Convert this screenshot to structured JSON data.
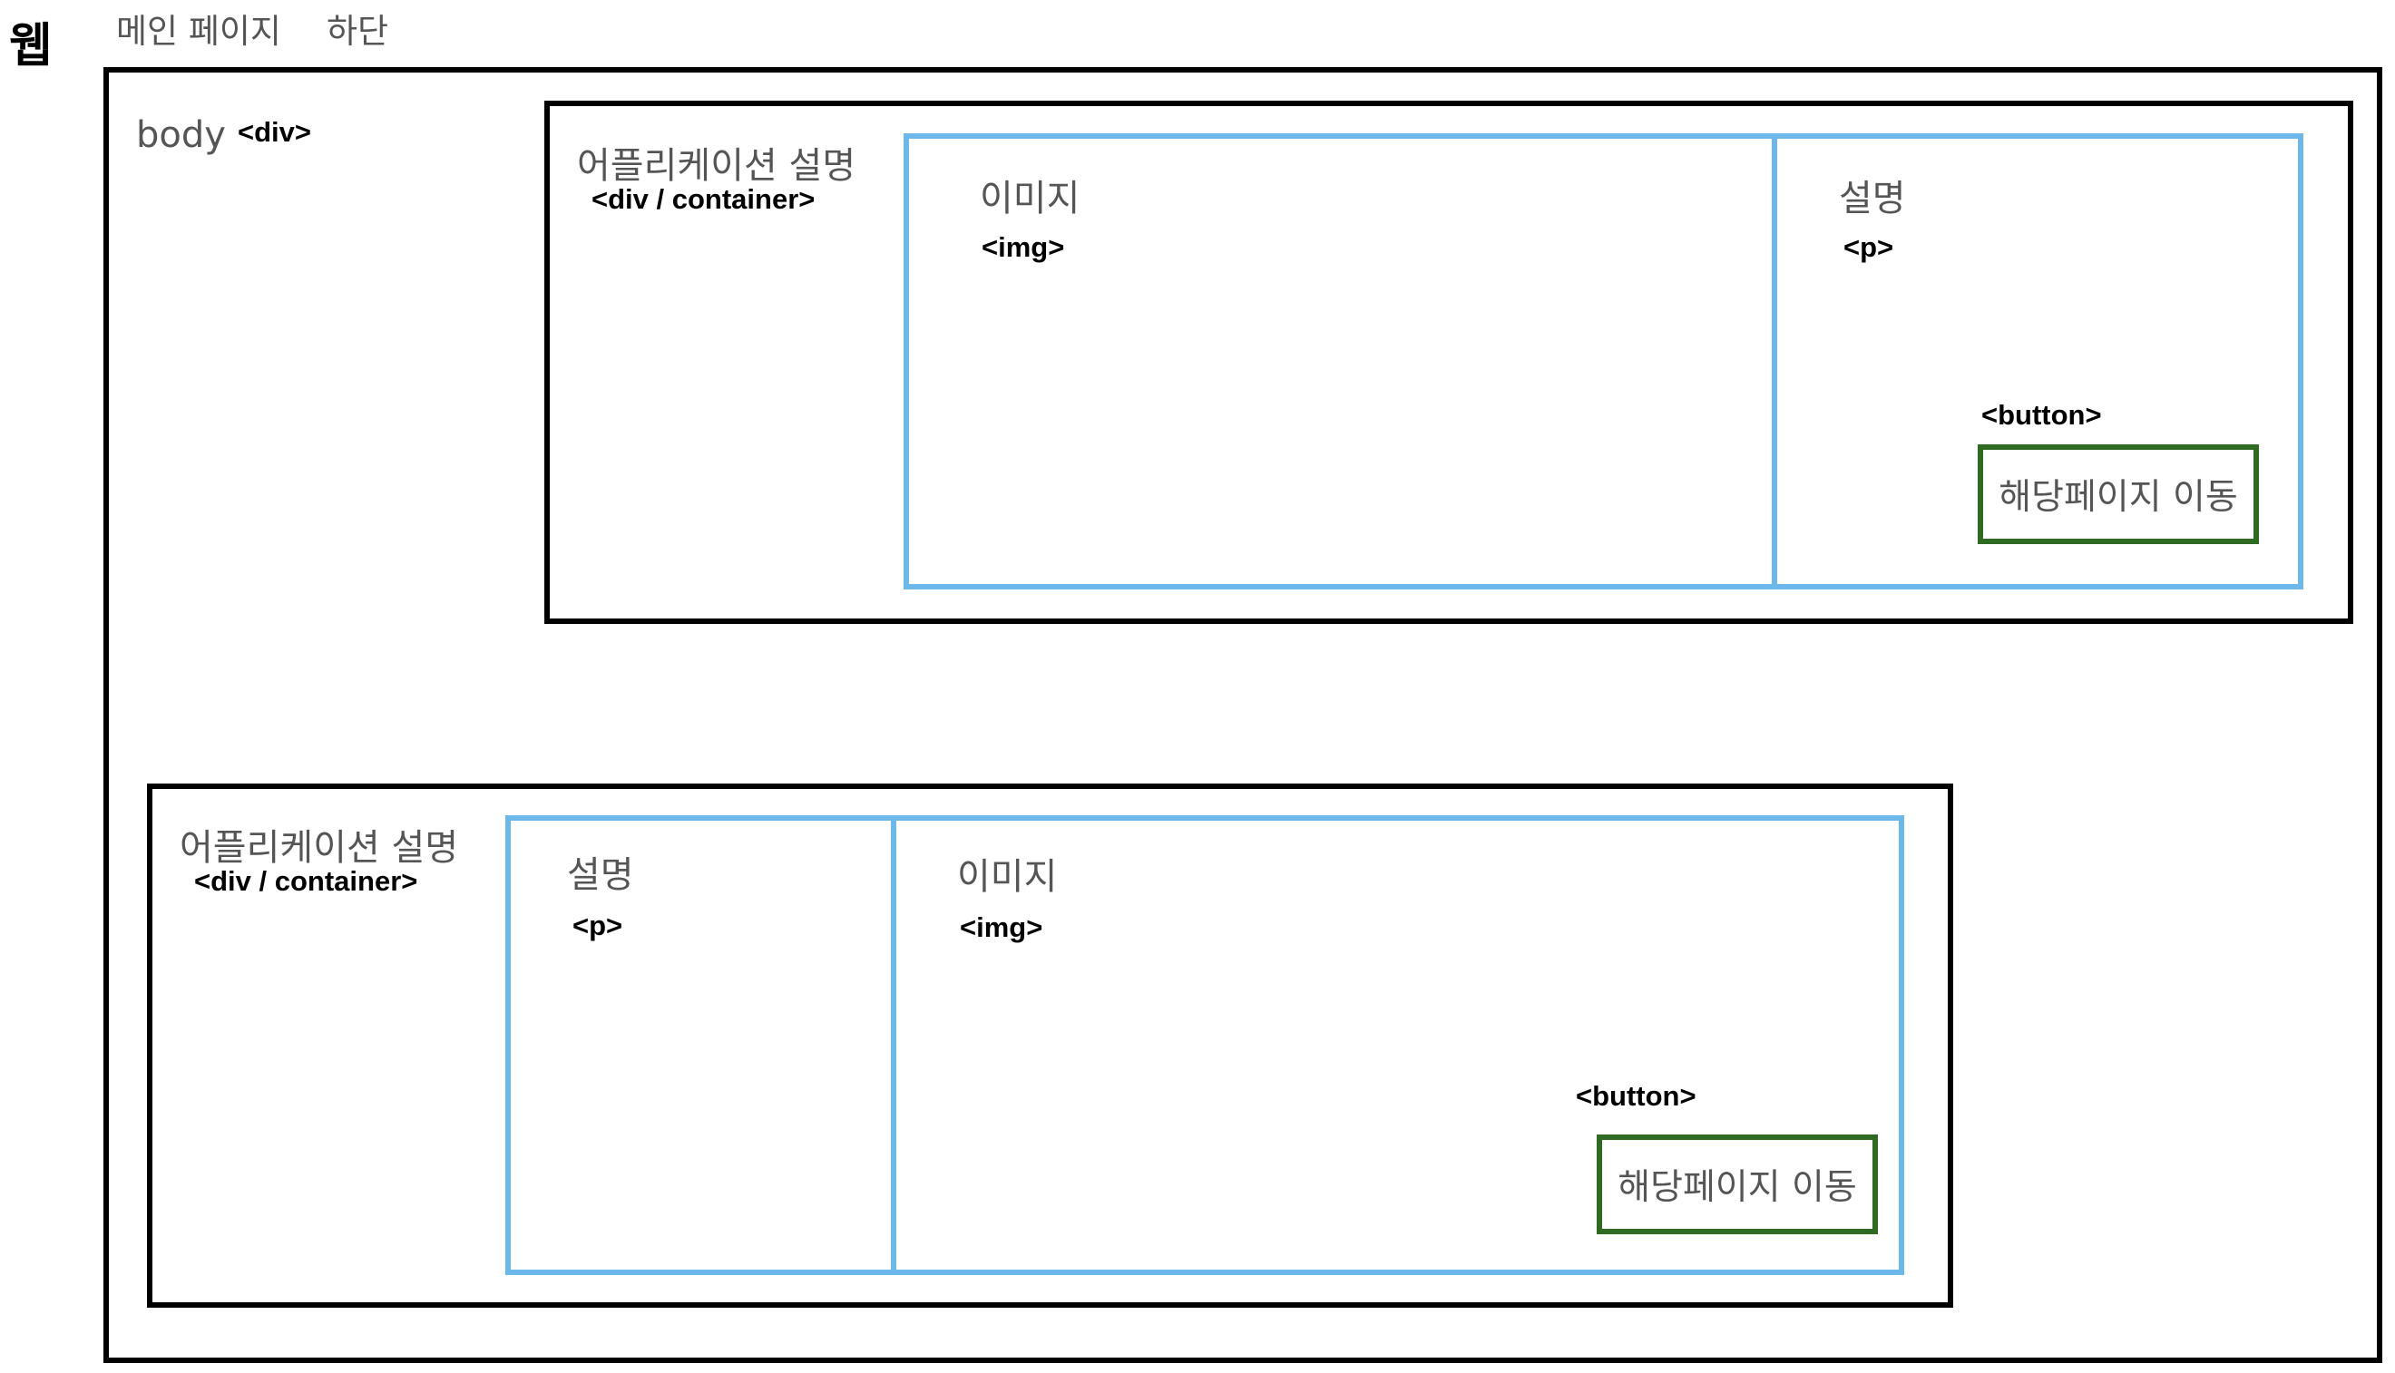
{
  "header": {
    "title": "웹",
    "subtitle_1": "메인 페이지",
    "subtitle_2": "하단"
  },
  "body_box": {
    "label": "body",
    "tag": "<div>"
  },
  "section_1": {
    "label": "어플리케이션 설명",
    "tag": "<div / container>",
    "image": {
      "label": "이미지",
      "tag": "<img>"
    },
    "description": {
      "label": "설명",
      "tag": "<p>"
    },
    "button": {
      "tag": "<button>",
      "text": "해당페이지 이동"
    }
  },
  "section_2": {
    "label": "어플리케이션 설명",
    "tag": "<div / container>",
    "description": {
      "label": "설명",
      "tag": "<p>"
    },
    "image": {
      "label": "이미지",
      "tag": "<img>"
    },
    "button": {
      "tag": "<button>",
      "text": "해당페이지 이동"
    }
  },
  "colors": {
    "container_border": "#000000",
    "inner_border": "#6cb8ea",
    "button_border": "#2f6a22",
    "label_text": "#555555"
  }
}
